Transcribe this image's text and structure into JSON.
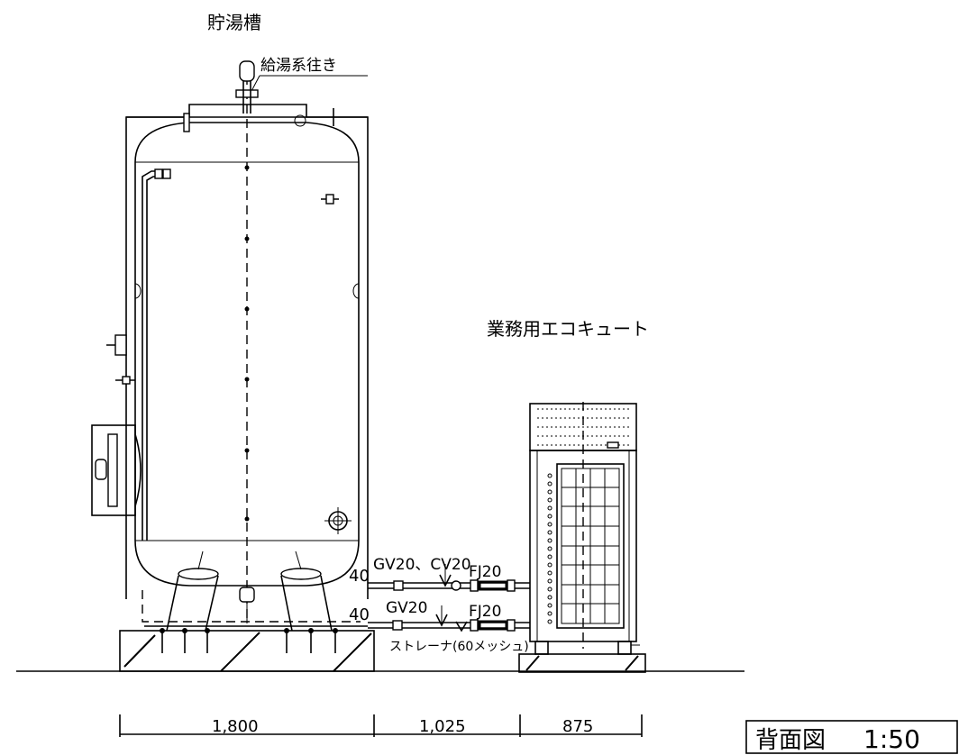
{
  "labels": {
    "tank_title": "貯湯槽",
    "hot_water_supply": "給湯系往き",
    "heat_pump_title": "業務用エコキュート",
    "upper_pipe_valves": "GV20、CV20",
    "upper_pipe_joint": "FJ20",
    "lower_pipe_valve": "GV20",
    "lower_pipe_joint": "FJ20",
    "strainer": "ストレーナ(60メッシュ)",
    "upper_pipe_offset": "40",
    "lower_pipe_offset": "40"
  },
  "dimensions": {
    "tank_section": "1,800",
    "gap_section": "1,025",
    "unit_section": "875"
  },
  "title_block": {
    "view_name": "背面図",
    "scale": "1:50"
  }
}
